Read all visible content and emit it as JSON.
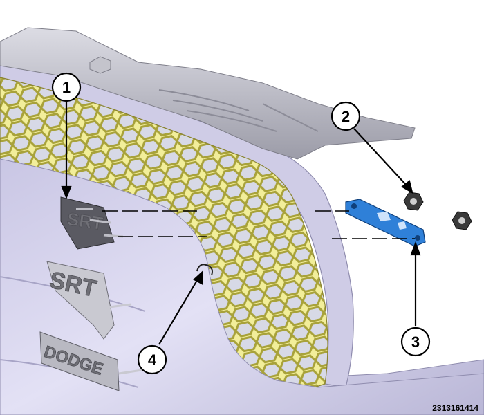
{
  "figure": {
    "id": "2313161414"
  },
  "callouts": [
    {
      "number": "1"
    },
    {
      "number": "2"
    },
    {
      "number": "3"
    },
    {
      "number": "4"
    }
  ],
  "badges": {
    "srt_small": "SRT",
    "srt_large": "SRT",
    "dodge": "DODGE"
  },
  "colors": {
    "grille_mesh": "#f2ee9a",
    "bumper": "#d9d6f0",
    "bracket": "#2f80d8",
    "nut": "#3a3a3a"
  }
}
